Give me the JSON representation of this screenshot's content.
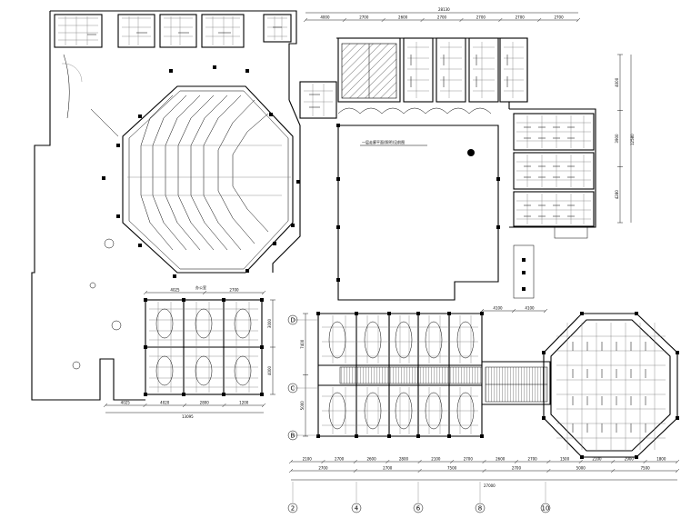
{
  "dims": {
    "top_total": "28130",
    "top_segments": [
      "4000",
      "2700",
      "2600",
      "2700",
      "2700",
      "2700",
      "2700"
    ],
    "right_total": "12580",
    "right_segments": [
      "4000",
      "3900",
      "4280"
    ],
    "left_block_total": "13095",
    "left_block_segments": [
      "4025",
      "4020",
      "2800",
      "1200"
    ],
    "left_block_top": [
      "4025",
      "2700"
    ],
    "left_block_side": [
      "3000",
      "4000"
    ],
    "mid_segments": [
      "4100",
      "5000"
    ],
    "small_right": [
      "4100",
      "4100"
    ],
    "bottom_row1": [
      "2100",
      "2700",
      "2600",
      "2800",
      "2100",
      "2700",
      "2600",
      "2700",
      "1500",
      "2100",
      "2900",
      "1800"
    ],
    "bottom_row2": [
      "2700",
      "2700",
      "7500",
      "2700",
      "5000",
      "7500"
    ],
    "bottom_total": "27000",
    "vertical_block": [
      "7400",
      "5000"
    ]
  },
  "axes": {
    "rows": [
      "D",
      "C",
      "B"
    ],
    "cols": [
      "2",
      "4",
      "6",
      "8",
      "10"
    ]
  },
  "notes": {
    "corridor_note": "一层走廊平面(照明)见前图",
    "room_label": "办公室"
  }
}
